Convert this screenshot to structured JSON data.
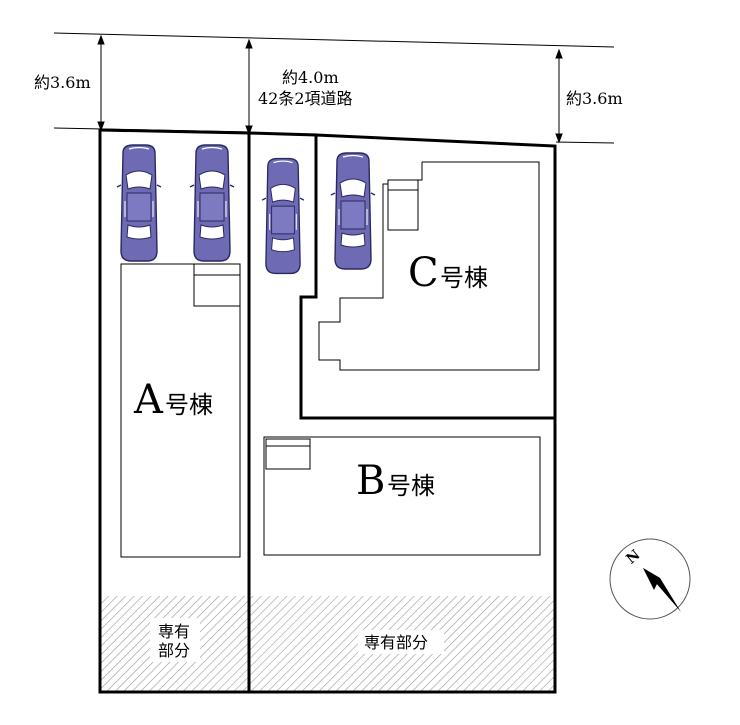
{
  "road": {
    "width_left": "約3.6m",
    "width_center": "約4.0m",
    "classification": "42条2項道路",
    "width_right": "約3.6m"
  },
  "buildings": [
    {
      "id": "A",
      "letter": "A",
      "suffix": "号棟"
    },
    {
      "id": "B",
      "letter": "B",
      "suffix": "号棟"
    },
    {
      "id": "C",
      "letter": "C",
      "suffix": "号棟"
    }
  ],
  "exclusive_area": {
    "left_line1": "専有",
    "left_line2": "部分",
    "right": "専有部分"
  },
  "compass": {
    "north": "N"
  },
  "colors": {
    "car_body": "#6e6bb4",
    "car_outline": "#2a2860",
    "hatch": "#9a9a9a",
    "lot_line": "#000000"
  }
}
